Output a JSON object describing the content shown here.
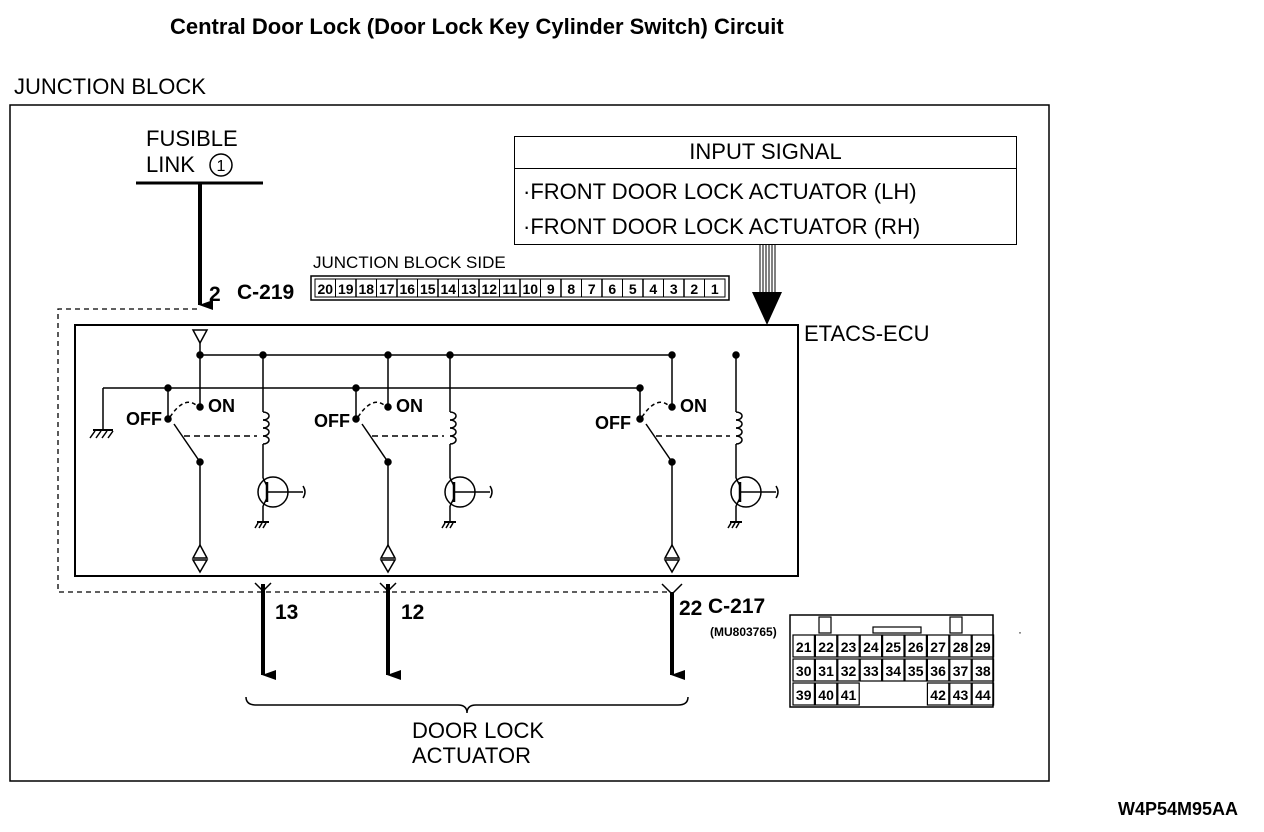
{
  "title": "Central Door Lock (Door Lock Key Cylinder Switch) Circuit",
  "junction_block": {
    "label": "JUNCTION BLOCK",
    "fusible_link_line1": "FUSIBLE",
    "fusible_link_line2": "LINK",
    "fusible_link_number": "1",
    "connector_pin": "2",
    "connector_id": "C-219",
    "side_label": "JUNCTION BLOCK SIDE",
    "connector_pins": [
      "20",
      "19",
      "18",
      "17",
      "16",
      "15",
      "14",
      "13",
      "12",
      "11",
      "10",
      "9",
      "8",
      "7",
      "6",
      "5",
      "4",
      "3",
      "2",
      "1"
    ]
  },
  "input_signal": {
    "header": "INPUT SIGNAL",
    "items": [
      "·FRONT DOOR LOCK ACTUATOR (LH)",
      "·FRONT DOOR LOCK ACTUATOR (RH)"
    ]
  },
  "ecu": {
    "label": "ETACS-ECU",
    "switches": [
      {
        "off": "OFF",
        "on": "ON"
      },
      {
        "off": "OFF",
        "on": "ON"
      },
      {
        "off": "OFF",
        "on": "ON"
      }
    ]
  },
  "outputs": {
    "pin_13": "13",
    "pin_12": "12",
    "pin_22": "22",
    "connector_id": "C-217",
    "part_number": "(MU803765)",
    "connector_rows": [
      [
        "21",
        "22",
        "23",
        "24",
        "25",
        "26",
        "27",
        "28",
        "29"
      ],
      [
        "30",
        "31",
        "32",
        "33",
        "34",
        "35",
        "36",
        "37",
        "38"
      ],
      [
        "39",
        "40",
        "41",
        "42",
        "43",
        "44"
      ]
    ]
  },
  "actuator": {
    "line1": "DOOR LOCK",
    "line2": "ACTUATOR"
  },
  "figure_code": "W4P54M95AA"
}
